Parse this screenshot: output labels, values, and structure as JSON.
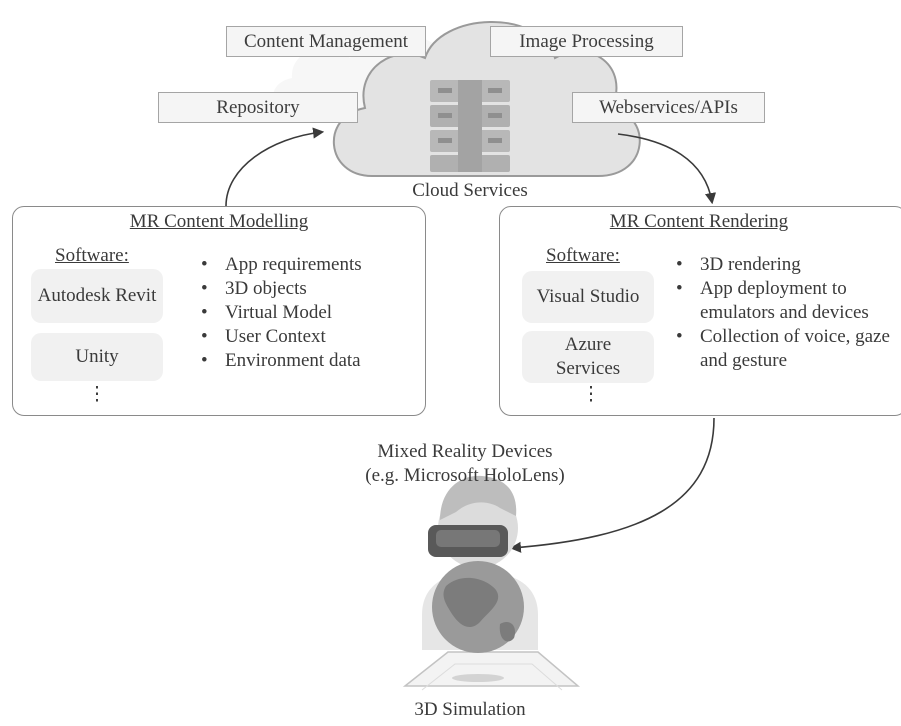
{
  "cloud": {
    "label": "Cloud Services",
    "tags": {
      "content_management": "Content Management",
      "image_processing": "Image Processing",
      "repository": "Repository",
      "webservices": "Webservices/APIs"
    }
  },
  "modelling": {
    "title": "MR Content Modelling",
    "software_label": "Software:",
    "software": [
      "Autodesk Revit",
      "Unity"
    ],
    "more": "⋮",
    "items": [
      "App requirements",
      "3D objects",
      "Virtual Model",
      "User Context",
      "Environment data"
    ]
  },
  "rendering": {
    "title": "MR Content Rendering",
    "software_label": "Software:",
    "software": [
      "Visual Studio",
      "Azure Services"
    ],
    "more": "⋮",
    "items": [
      "3D rendering",
      "App deployment to emulators and devices",
      "Collection of voice, gaze and gesture"
    ]
  },
  "devices": {
    "line1": "Mixed Reality Devices",
    "line2": "(e.g. Microsoft HoloLens)"
  },
  "simulation_label": "3D Simulation",
  "colors": {
    "border": "#8a8a8a",
    "fill": "#f1f1f1",
    "text": "#3a3a3a",
    "arrow": "#3a3a3a"
  }
}
